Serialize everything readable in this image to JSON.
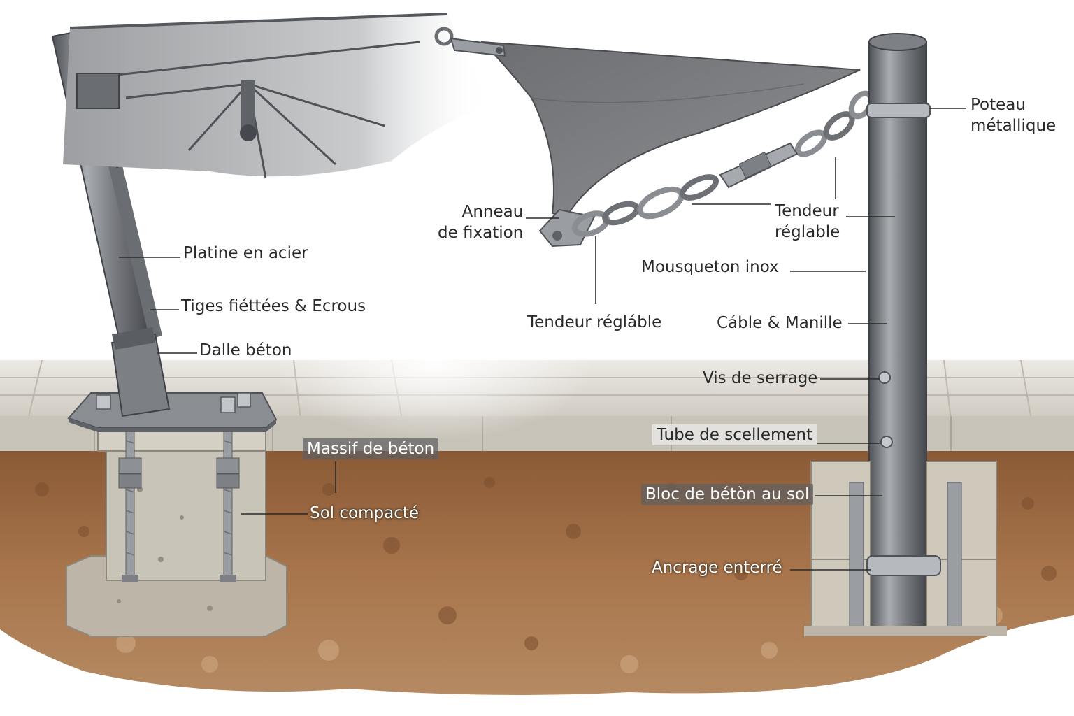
{
  "labels": {
    "platine": "Platine en acier",
    "tiges": "Tiges fiéttées & Ecrous",
    "dalle": "Dalle béton",
    "massif": "Massif de béton",
    "sol": "Sol compacté",
    "anneau_1": "Anneau",
    "anneau_2": "de fixation",
    "tendeur_bas": "Tendeur régláble",
    "tendeur_haut_1": "Tendeur",
    "tendeur_haut_2": "réglable",
    "mousqueton": "Mousqueton inox",
    "cable": "Cáble & Manille",
    "poteau_1": "Poteau",
    "poteau_2": "métallique",
    "vis": "Vis de serrage",
    "tube": "Tube de scellement",
    "bloc": "Bloc de bétòn au sol",
    "ancrage": "Ancrage enterré"
  },
  "colors": {
    "steel": "#8a8d92",
    "steel_dark": "#5f6267",
    "canopy": "#b9bbbd",
    "sail": "#707274",
    "concrete": "#c9c4b8",
    "soil": "#9a6a44",
    "paving": "#d8d4cc"
  }
}
